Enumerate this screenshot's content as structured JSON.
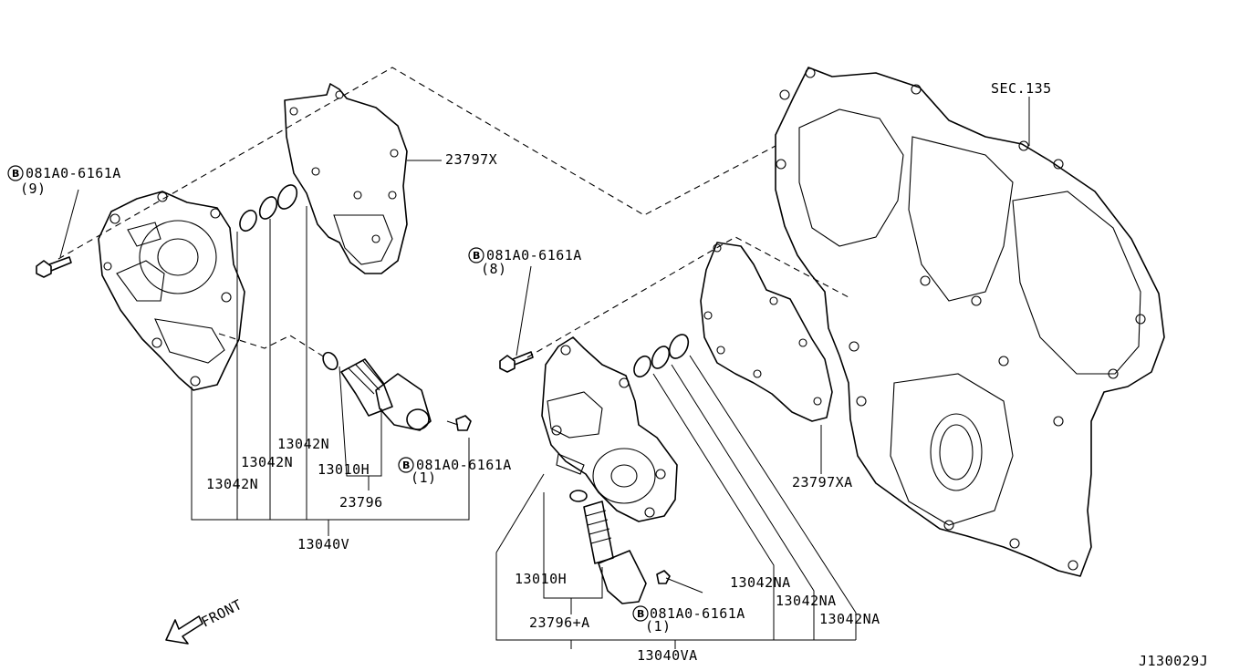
{
  "labels": {
    "sec135": "SEC.135",
    "p23797x": "23797X",
    "p23797xa": "23797XA",
    "bolt_9": "081A0-6161A",
    "bolt_9_qty": "(9)",
    "bolt_8": "081A0-6161A",
    "bolt_8_qty": "(8)",
    "bolt_1_left": "081A0-6161A",
    "bolt_1_left_qty": "(1)",
    "bolt_1_right": "081A0-6161A",
    "bolt_1_right_qty": "(1)",
    "bolt_badge": "B",
    "p13042n_a": "13042N",
    "p13042n_b": "13042N",
    "p13042n_c": "13042N",
    "p13010h_left": "13010H",
    "p23796": "23796",
    "p13040v": "13040V",
    "p13010h_right": "13010H",
    "p23796a": "23796+A",
    "p13042na_a": "13042NA",
    "p13042na_b": "13042NA",
    "p13042na_c": "13042NA",
    "p13040va": "13040VA",
    "front": "FRONT",
    "diagram_id": "J130029J"
  }
}
